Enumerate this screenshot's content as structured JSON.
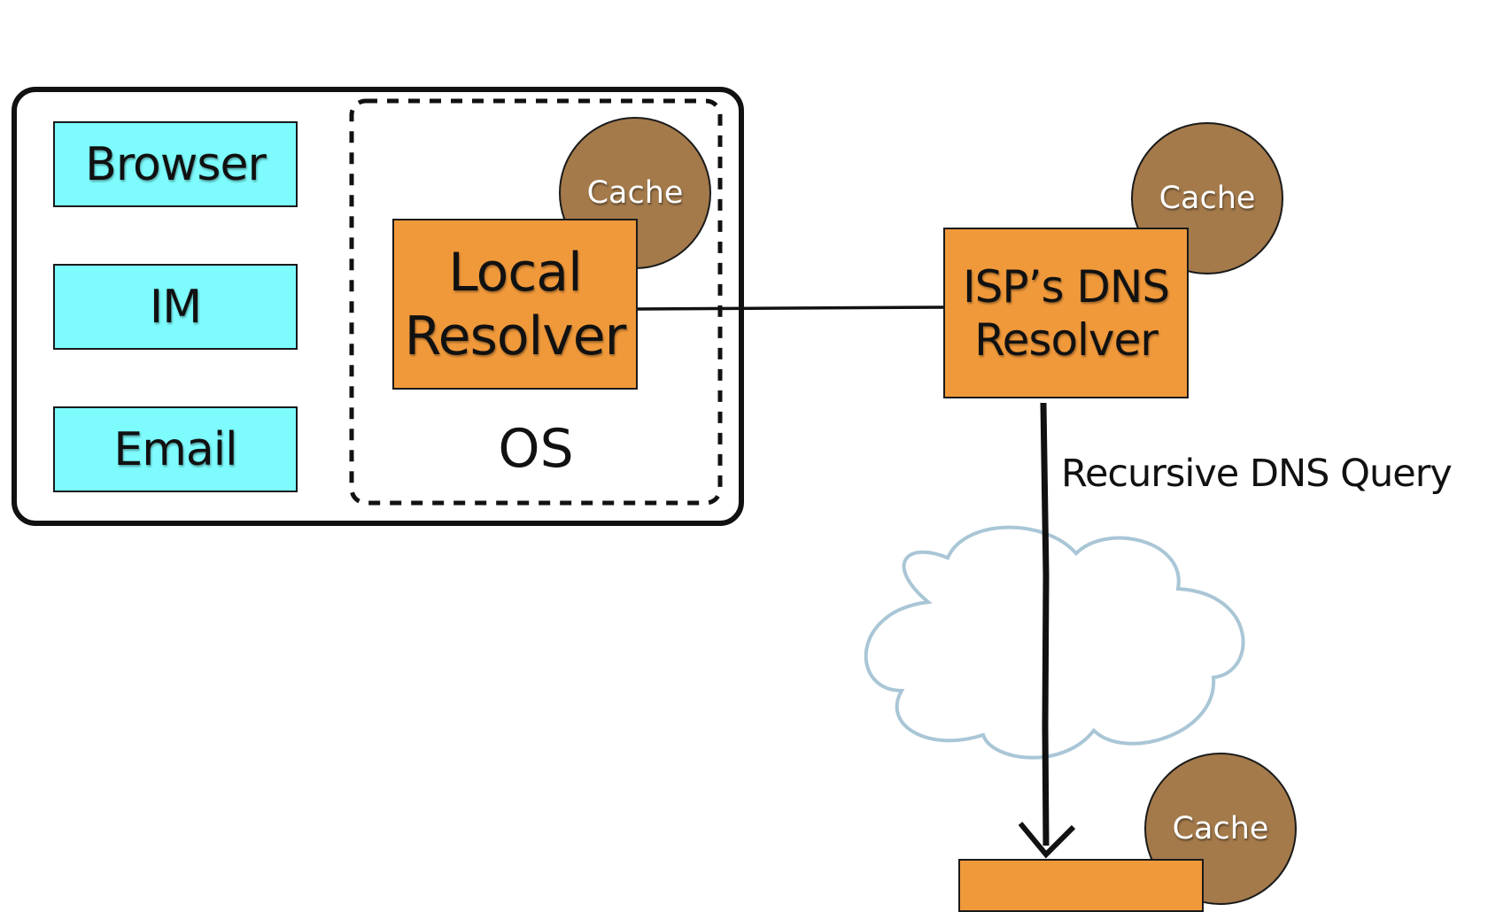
{
  "host": {
    "apps": [
      "Browser",
      "IM",
      "Email"
    ],
    "os_label": "OS",
    "local_resolver": {
      "line1": "Local",
      "line2": "Resolver"
    },
    "cache_label": "Cache"
  },
  "isp_resolver": {
    "line1": "ISP’s DNS",
    "line2": "Resolver",
    "cache_label": "Cache"
  },
  "query_label": "Recursive DNS Query",
  "bottom_cache_label": "Cache"
}
